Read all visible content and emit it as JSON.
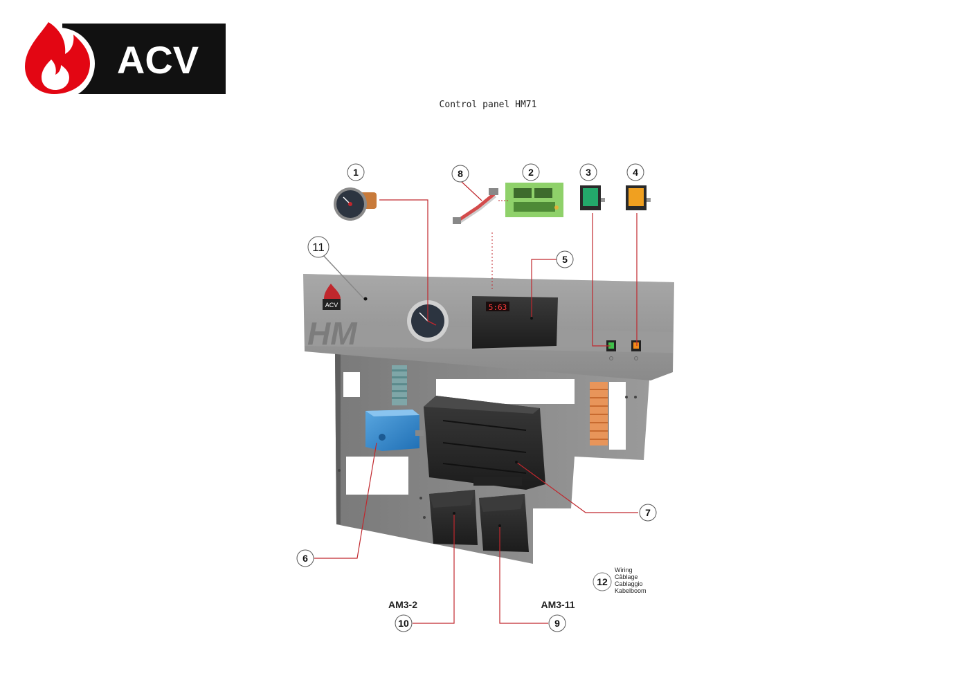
{
  "brand": {
    "name": "ACV",
    "color": "#e30613"
  },
  "title": "Control panel HM71",
  "panel": {
    "brand_letters": "HM",
    "logo_text": "ACV",
    "display_readout": "5:63"
  },
  "callouts": [
    {
      "id": "1",
      "label": "1",
      "part": "thermometer"
    },
    {
      "id": "2",
      "label": "2",
      "part": "display-board"
    },
    {
      "id": "3",
      "label": "3",
      "part": "green-switch"
    },
    {
      "id": "4",
      "label": "4",
      "part": "orange-switch"
    },
    {
      "id": "5",
      "label": "5",
      "part": "display-cover"
    },
    {
      "id": "6",
      "label": "6",
      "part": "transformer"
    },
    {
      "id": "7",
      "label": "7",
      "part": "control-unit"
    },
    {
      "id": "8",
      "label": "8",
      "part": "ribbon-cable"
    },
    {
      "id": "9",
      "label": "9",
      "part": "relay-am3-11"
    },
    {
      "id": "10",
      "label": "10",
      "part": "relay-am3-2"
    },
    {
      "id": "11",
      "label": "11",
      "part": "front-panel"
    },
    {
      "id": "12",
      "label": "12",
      "part": "wiring"
    }
  ],
  "boards": {
    "am3_2": "AM3-2",
    "am3_11": "AM3-11"
  },
  "wiring_labels": [
    "Wiring",
    "Câblage",
    "Cablaggio",
    "Kabelboom"
  ],
  "colors": {
    "leader": "#c0272d",
    "panel": "#8c8c8c",
    "panel_dark": "#6f6f6f",
    "housing": "#2a2a2a"
  }
}
